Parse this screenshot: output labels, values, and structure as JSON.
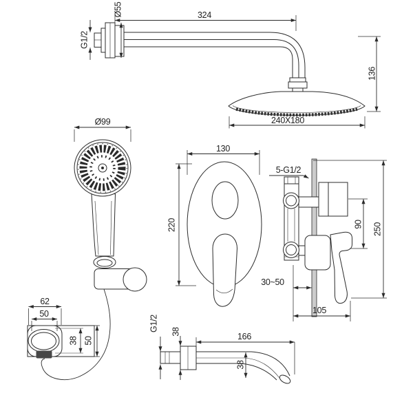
{
  "colors": {
    "ink": "#2b2b2b",
    "background": "#ffffff",
    "wall_shade": "#cccccc",
    "dark_fill": "#474747"
  },
  "dimensions": {
    "overhead_shower": {
      "arm_length": "324",
      "flange_diameter": "Ø55",
      "wall_thread": "G1/2",
      "head_drop": "136",
      "head_size": "240X180"
    },
    "hand_shower": {
      "head_diameter": "Ø99"
    },
    "mixer_front": {
      "plate_width": "130",
      "plate_height": "220"
    },
    "mixer_side": {
      "connections": "5-G1/2",
      "handle_spacing": "90",
      "overall_height": "250",
      "wall_depth_range": "30~50",
      "body_width": "105"
    },
    "wall_outlet": {
      "plate_width": "62",
      "inner_width": "50",
      "inner_height": "38",
      "plate_height": "50"
    },
    "spout": {
      "thread": "G1/2",
      "flange_height": "38",
      "length": "166",
      "drop": "38"
    }
  }
}
